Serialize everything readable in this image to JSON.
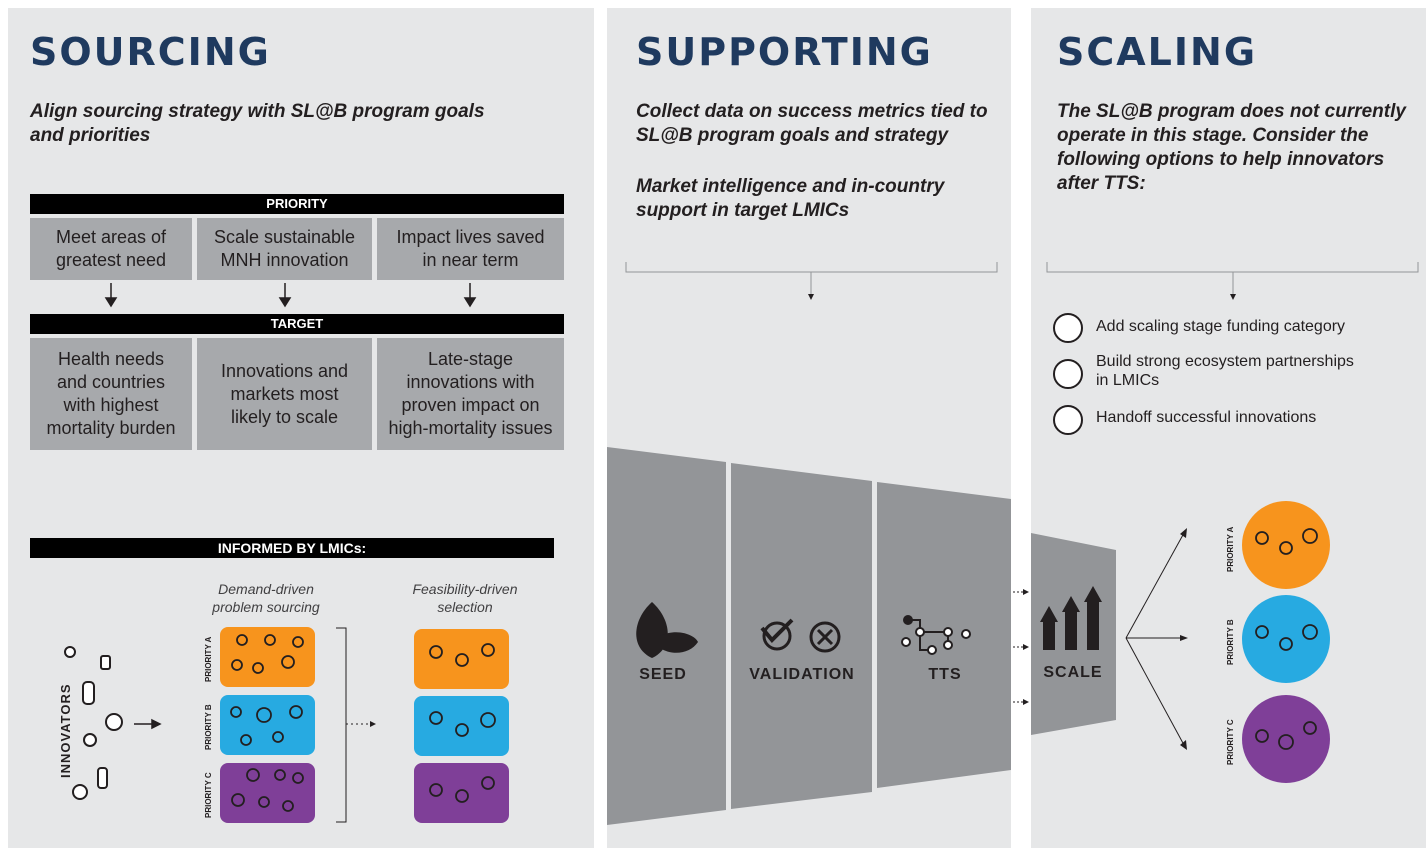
{
  "sourcing": {
    "title": "SOURCING",
    "subtitle_l1": "Align sourcing strategy with SL@B program goals",
    "subtitle_l2": "and priorities",
    "priority_header": "PRIORITY",
    "priorities": [
      {
        "l1": "Meet areas of",
        "l2": "greatest need"
      },
      {
        "l1": "Scale sustainable",
        "l2": "MNH innovation"
      },
      {
        "l1": "Impact lives saved",
        "l2": "in near term"
      }
    ],
    "target_header": "TARGET",
    "targets": [
      [
        "Health needs",
        "and countries",
        "with highest",
        "mortality burden"
      ],
      [
        "Innovations and",
        "markets most",
        "likely to scale"
      ],
      [
        "Late-stage",
        "innovations with",
        "proven impact on",
        "high-mortality issues"
      ]
    ],
    "informed_header": "INFORMED BY LMICs:",
    "demand_l1": "Demand-driven",
    "demand_l2": "problem sourcing",
    "feasibility_l1": "Feasibility-driven",
    "feasibility_l2": "selection",
    "innovators": "INNOVATORS",
    "priority_a": "PRIORITY A",
    "priority_b": "PRIORITY B",
    "priority_c": "PRIORITY C"
  },
  "supporting": {
    "title": "SUPPORTING",
    "p1_l1": "Collect data on success metrics tied to",
    "p1_l2": "SL@B program goals and strategy",
    "p2_l1": "Market intelligence and in-country",
    "p2_l2": "support in target LMICs",
    "stages": [
      "SEED",
      "VALIDATION",
      "TTS"
    ]
  },
  "scaling": {
    "title": "SCALING",
    "p_l1": "The SL@B program does not currently",
    "p_l2": "operate in this stage. Consider the",
    "p_l3": "following options to help innovators",
    "p_l4": "after TTS:",
    "options": [
      {
        "l1": "Add scaling stage funding category",
        "icon": "funding-icon"
      },
      {
        "l1": "Build strong ecosystem partnerships",
        "l2": "in LMICs",
        "icon": "globe-network-icon"
      },
      {
        "l1": "Handoff successful innovations",
        "icon": "handoff-icon"
      }
    ],
    "scale_label": "SCALE",
    "priority_a": "PRIORITY A",
    "priority_b": "PRIORITY B",
    "priority_c": "PRIORITY C"
  },
  "colors": {
    "title_blue": "#1f3a5f",
    "orange": "#f7941d",
    "blue": "#27aae1",
    "purple": "#7f3f98",
    "panel": "#e6e7e8",
    "funnel": "#939598"
  }
}
